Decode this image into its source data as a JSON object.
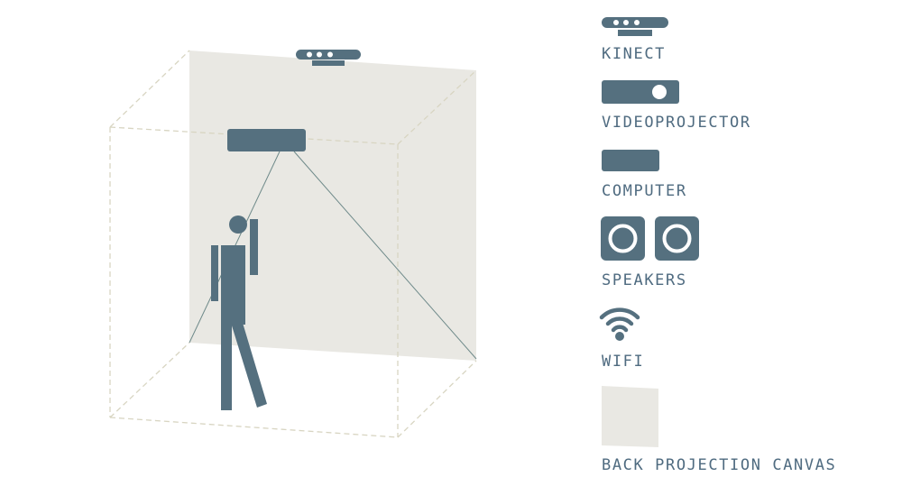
{
  "colors": {
    "primary": "#55707f",
    "canvas": "#e9e8e3",
    "dashed": "#d8d5c2",
    "line": "#6f8a8a",
    "text": "#4f6b80"
  },
  "legend": [
    {
      "icon": "kinect-icon",
      "label": "KINECT"
    },
    {
      "icon": "videoprojector-icon",
      "label": "VIDEOPROJECTOR"
    },
    {
      "icon": "computer-icon",
      "label": "COMPUTER"
    },
    {
      "icon": "speakers-icon",
      "label": "SPEAKERS"
    },
    {
      "icon": "wifi-icon",
      "label": "WIFI"
    },
    {
      "icon": "canvas-icon",
      "label": "BACK PROJECTION CANVAS"
    }
  ]
}
